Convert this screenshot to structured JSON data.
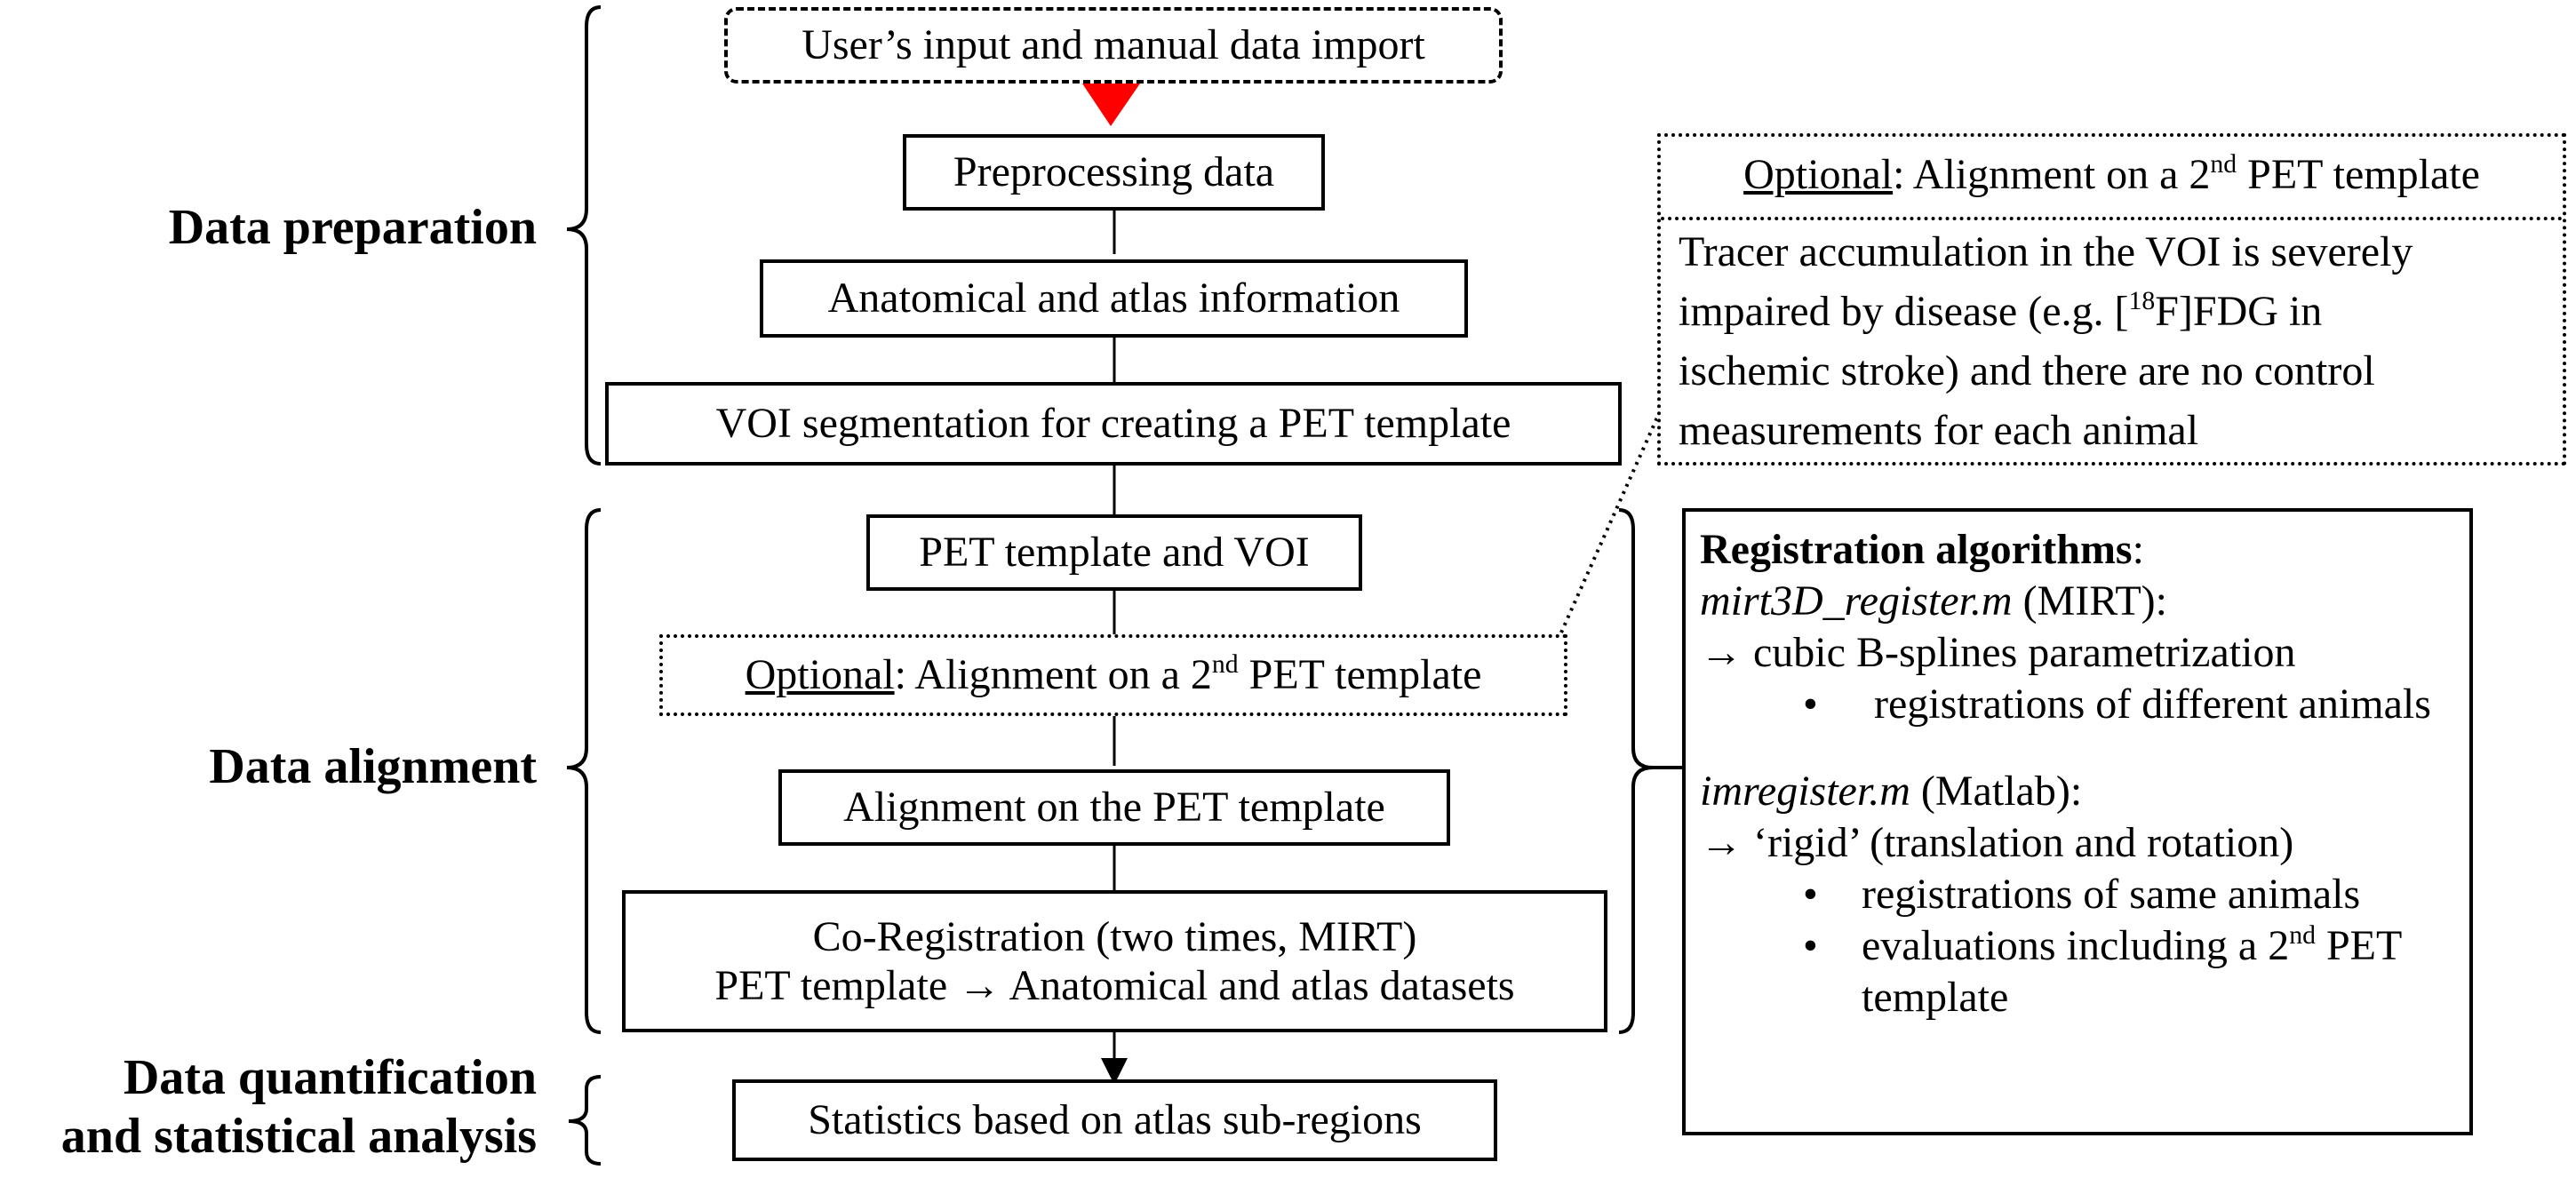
{
  "sections": {
    "data_preparation": "Data preparation",
    "data_alignment": "Data alignment",
    "quantification_line1": "Data quantification",
    "quantification_line2": "and statistical analysis"
  },
  "flow": {
    "user_input": "User’s input and manual data import",
    "preprocessing": "Preprocessing data",
    "anatomical": "Anatomical and atlas information",
    "voi_segmentation": "VOI segmentation for creating a PET template",
    "pet_template_voi": "PET template and VOI",
    "optional_prefix": "Optional",
    "optional_middle": ": Alignment on a 2",
    "optional_sup": "nd",
    "optional_suffix": " PET template",
    "alignment": "Alignment on the PET template",
    "coreg_line1": "Co-Registration (two times, MIRT)",
    "coreg_line2": "PET template → Anatomical and atlas datasets",
    "statistics": "Statistics based on atlas sub-regions"
  },
  "optional_panel": {
    "head_prefix": "Optional",
    "head_middle": ": Alignment on a 2",
    "head_sup": "nd",
    "head_suffix": " PET template",
    "line1": "Tracer accumulation in the VOI is severely",
    "line2_a": "impaired by disease (e.g. [",
    "line2_sup": "18",
    "line2_b": "F]FDG in",
    "line3": "ischemic stroke) and there are no control",
    "line4": "measurements for each animal"
  },
  "algorithms": {
    "title": "Registration algorithms",
    "title_colon": ":",
    "mirt_func": "mirt3D_register.m",
    "mirt_name": " (MIRT):",
    "mirt_method": "→ cubic B-splines parametrization",
    "mirt_bullet": "registrations of different animals",
    "imreg_func": "imregister.m",
    "imreg_name": " (Matlab):",
    "imreg_method": "→ ‘rigid’ (translation and rotation)",
    "imreg_bullet1": "registrations of same animals",
    "imreg_bullet2_a": "evaluations including a 2",
    "imreg_bullet2_sup": "nd",
    "imreg_bullet2_b": " PET",
    "imreg_bullet2_c": "template",
    "bullet_char": "•"
  },
  "colors": {
    "arrow_red": "#ff0000",
    "line": "#000000"
  }
}
